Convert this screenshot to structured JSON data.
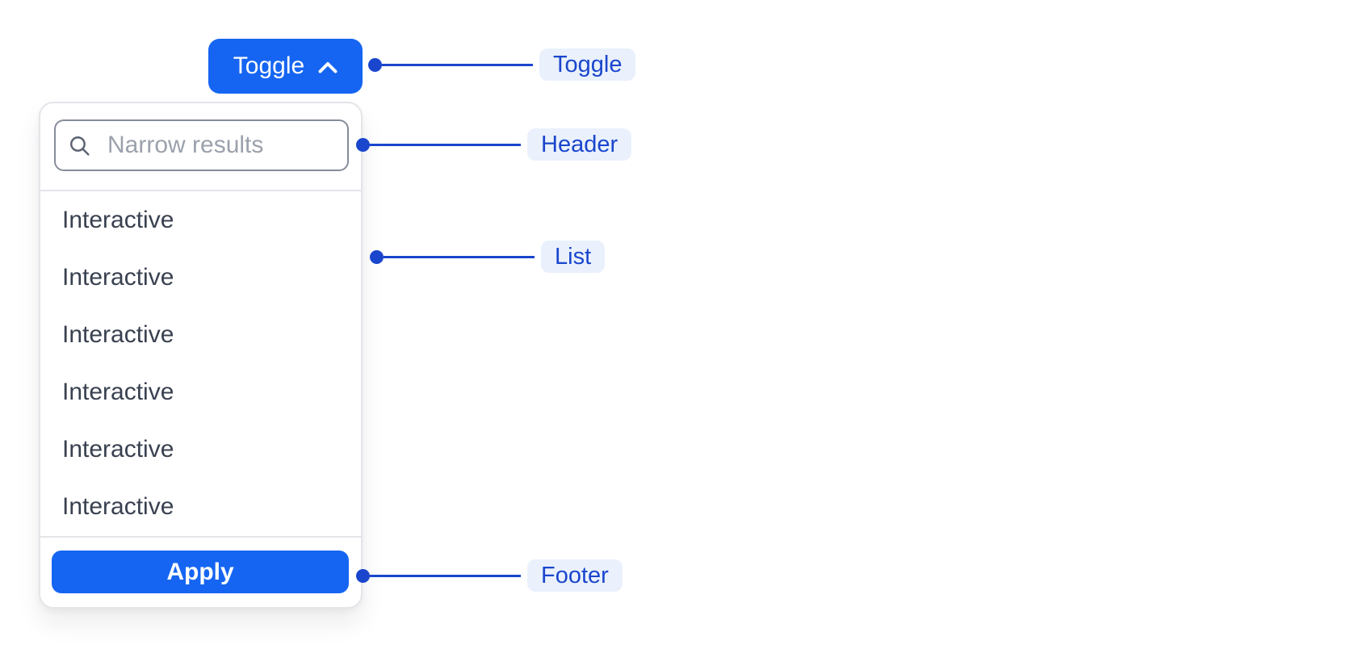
{
  "colors": {
    "primary_blue": "#1565F2",
    "annotation_blue": "#1A46CD",
    "annotation_pill_bg": "#EAF1FD",
    "list_text": "#394150",
    "placeholder_text": "#9BA1AC",
    "input_border": "#868C99",
    "panel_border": "#E4E5E9"
  },
  "icons": {
    "toggle_chevron": "chevron-up-icon",
    "search": "search-icon"
  },
  "toggle": {
    "label": "Toggle"
  },
  "dropdown": {
    "header": {
      "search_placeholder": "Narrow results"
    },
    "list": {
      "items": [
        "Interactive",
        "Interactive",
        "Interactive",
        "Interactive",
        "Interactive",
        "Interactive"
      ]
    },
    "footer": {
      "apply_label": "Apply"
    }
  },
  "annotations": {
    "toggle": "Toggle",
    "header": "Header",
    "list": "List",
    "footer": "Footer"
  }
}
